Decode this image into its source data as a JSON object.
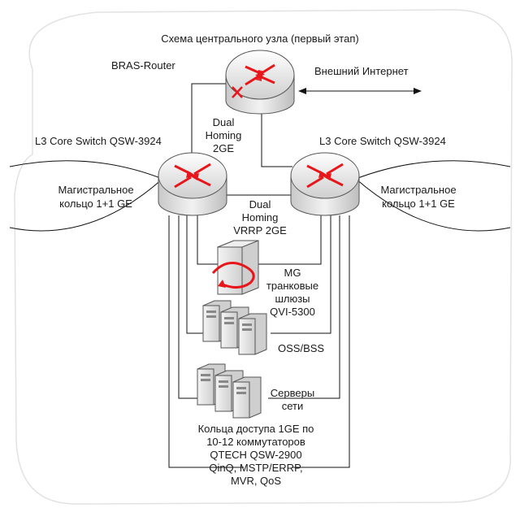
{
  "title": "Схема центрального узла (первый этап)",
  "bras_label": "BRAS-Router",
  "internet_label": "Внешний Интернет",
  "uplink_left": [
    "Dual",
    "Homing",
    "2GE"
  ],
  "core_left_label": "L3 Core Switch QSW-3924",
  "core_right_label": "L3 Core Switch QSW-3924",
  "ring_left": [
    "Магистральное",
    "кольцо 1+1 GE"
  ],
  "ring_right": [
    "Магистральное",
    "кольцо 1+1 GE"
  ],
  "interlink": [
    "Dual",
    "Homing",
    "VRRP 2GE"
  ],
  "mg_label": [
    "MG",
    "транковые",
    "шлюзы",
    "QVI-5300"
  ],
  "oss_label": "OSS/BSS",
  "servers_label": [
    "Серверы",
    "сети"
  ],
  "access_label": [
    "Кольца доступа 1GE по",
    "10-12 коммутаторов",
    "QTECH QSW-2900",
    "QinQ, MSTP/ERRP,",
    "MVR, QoS"
  ],
  "colors": {
    "arrow": "#e8161b",
    "router_body": "#d9d9d9",
    "server_body": "#e6e6e6",
    "line": "#111111"
  }
}
